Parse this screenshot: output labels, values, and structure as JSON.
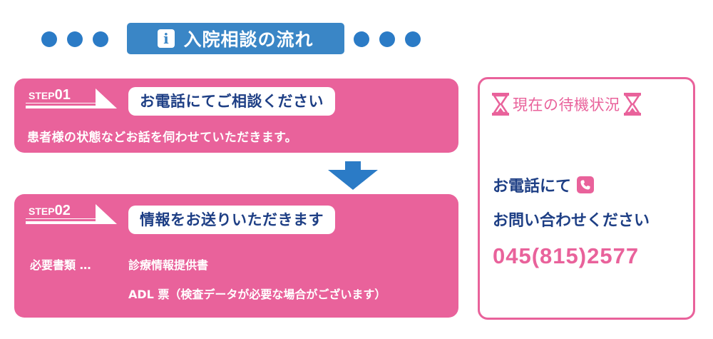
{
  "header": {
    "title": "入院相談の流れ",
    "title_icon": "info-icon",
    "dot_color": "#2b7bc6",
    "title_bg": "#3a86c6"
  },
  "steps": [
    {
      "tag_prefix": "STEP",
      "tag_number": "01",
      "heading": "お電話にてご相談ください",
      "description": "患者様の状態などお話を伺わせていただきます。"
    },
    {
      "tag_prefix": "STEP",
      "tag_number": "02",
      "heading": "情報をお送りいただきます",
      "documents_label": "必要書類 …",
      "documents": [
        "診療情報提供書",
        "ADL 票（検査データが必要な場合がございます）"
      ]
    }
  ],
  "arrow_icon": "arrow-down-icon",
  "status_panel": {
    "title": "現在の待機状況",
    "icon": "hourglass-icon",
    "call_text_1": "お電話にて",
    "call_icon": "phone-icon",
    "call_text_2": "お問い合わせください",
    "phone_number": "045(815)2577"
  },
  "colors": {
    "pink": "#e9629b",
    "navy": "#1e3f85",
    "blue": "#2b7bc6"
  }
}
